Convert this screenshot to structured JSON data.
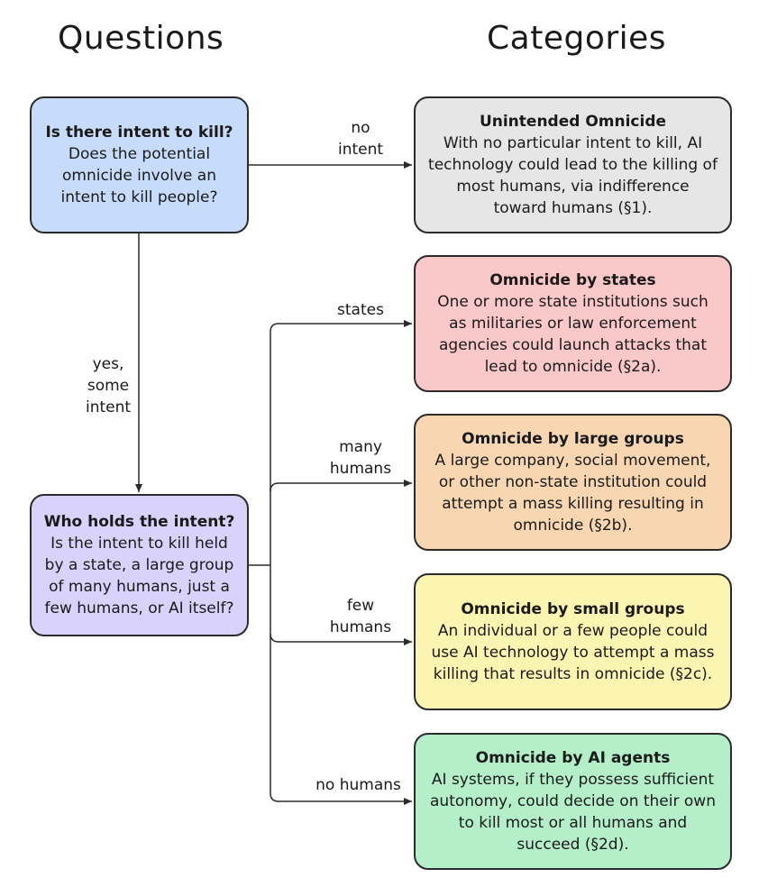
{
  "headings": {
    "questions": "Questions",
    "categories": "Categories"
  },
  "questions": [
    {
      "title": "Is there intent to kill?",
      "lines": [
        "Does the potential",
        "omnicide involve an",
        "intent to kill people?"
      ]
    },
    {
      "title": "Who holds the intent?",
      "lines": [
        "Is the intent to kill held",
        "by a state, a large group",
        "of many humans, just a",
        "few humans, or AI itself?"
      ]
    }
  ],
  "edge_labels": {
    "no_intent": [
      "no",
      "intent"
    ],
    "yes_some_intent": [
      "yes,",
      "some",
      "intent"
    ],
    "states": [
      "states"
    ],
    "many_humans": [
      "many",
      "humans"
    ],
    "few_humans": [
      "few",
      "humans"
    ],
    "no_humans": [
      "no humans"
    ]
  },
  "categories": [
    {
      "title": "Unintended Omnicide",
      "lines": [
        "With no particular intent to kill, AI",
        "technology could lead to the killing of",
        "most humans, via indifference",
        "toward humans (§1)."
      ],
      "color": "#e6e6e6"
    },
    {
      "title": "Omnicide by states",
      "lines": [
        "One or more state institutions such",
        "as militaries or law enforcement",
        "agencies could launch attacks that",
        "lead to omnicide (§2a)."
      ],
      "color": "#fac8c8"
    },
    {
      "title": "Omnicide by large groups",
      "lines": [
        "A large company, social movement,",
        "or other non-state institution could",
        "attempt a mass killing resulting in",
        "omnicide (§2b)."
      ],
      "color": "#f8d6b2"
    },
    {
      "title": "Omnicide by small groups",
      "lines": [
        "An individual or a few people could",
        "use AI technology to attempt a mass",
        "killing that results in omnicide (§2c)."
      ],
      "color": "#fcf5b2"
    },
    {
      "title": "Omnicide by AI agents",
      "lines": [
        "AI systems, if they possess sufficient",
        "autonomy, could decide on their own",
        "to kill most or all humans and",
        "succeed (§2d)."
      ],
      "color": "#b4efca"
    }
  ]
}
